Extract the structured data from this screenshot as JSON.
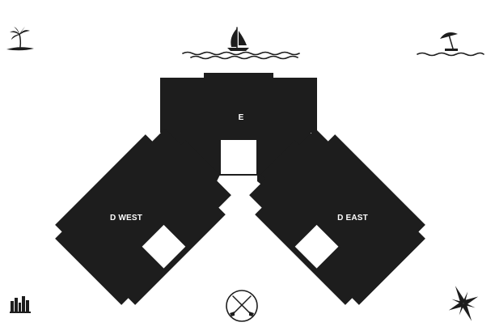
{
  "buildings": [
    {
      "id": "E",
      "label": "E"
    },
    {
      "id": "D_WEST",
      "label": "D WEST"
    },
    {
      "id": "D_EAST",
      "label": "D EAST"
    }
  ],
  "icons": [
    "palm-tree-island-icon",
    "sailboat-icon",
    "beach-umbrella-icon",
    "city-skyline-icon",
    "golf-clubs-icon",
    "compass-rose-icon"
  ],
  "colors": {
    "building": "#1d1d1d",
    "background": "#ffffff"
  }
}
